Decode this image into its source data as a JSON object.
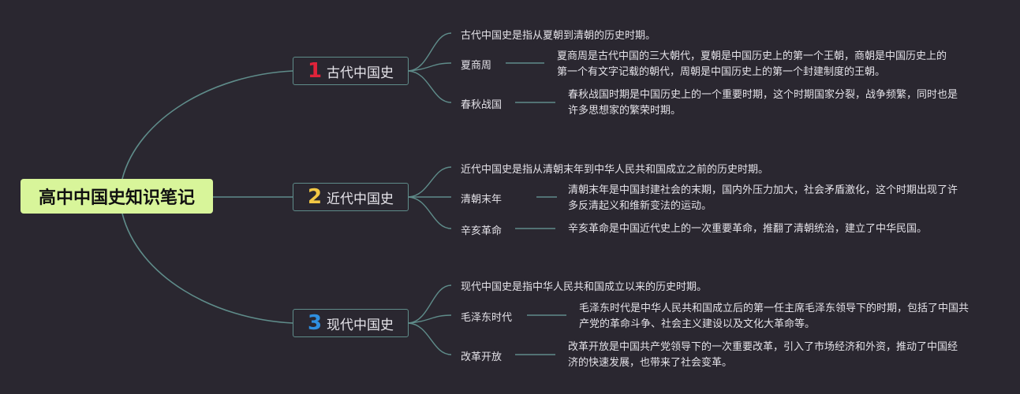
{
  "root": {
    "title": "高中中国史知识笔记",
    "color": "#d8f59a"
  },
  "line_color": "#5f8c8a",
  "branches": [
    {
      "number": "1",
      "number_color": "#e0233a",
      "label": "古代中国史",
      "intro": "古代中国史是指从夏朝到清朝的历史时期。",
      "children": [
        {
          "label": "夏商周",
          "desc": "夏商周是古代中国的三大朝代，夏朝是中国历史上的第一个王朝，商朝是中国历史上的第一个有文字记载的朝代，周朝是中国历史上的第一个封建制度的王朝。"
        },
        {
          "label": "春秋战国",
          "desc": "春秋战国时期是中国历史上的一个重要时期，这个时期国家分裂，战争频繁，同时也是许多思想家的繁荣时期。"
        }
      ]
    },
    {
      "number": "2",
      "number_color": "#f2c744",
      "label": "近代中国史",
      "intro": "近代中国史是指从清朝末年到中华人民共和国成立之前的历史时期。",
      "children": [
        {
          "label": "清朝末年",
          "desc": "清朝末年是中国封建社会的末期，国内外压力加大，社会矛盾激化，这个时期出现了许多反清起义和维新变法的运动。"
        },
        {
          "label": "辛亥革命",
          "desc": "辛亥革命是中国近代史上的一次重要革命，推翻了清朝统治，建立了中华民国。"
        }
      ]
    },
    {
      "number": "3",
      "number_color": "#2f8fe0",
      "label": "现代中国史",
      "intro": "现代中国史是指中华人民共和国成立以来的历史时期。",
      "children": [
        {
          "label": "毛泽东时代",
          "desc": "毛泽东时代是中华人民共和国成立后的第一任主席毛泽东领导下的时期，包括了中国共产党的革命斗争、社会主义建设以及文化大革命等。"
        },
        {
          "label": "改革开放",
          "desc": "改革开放是中国共产党领导下的一次重要改革，引入了市场经济和外资，推动了中国经济的快速发展，也带来了社会变革。"
        }
      ]
    }
  ]
}
